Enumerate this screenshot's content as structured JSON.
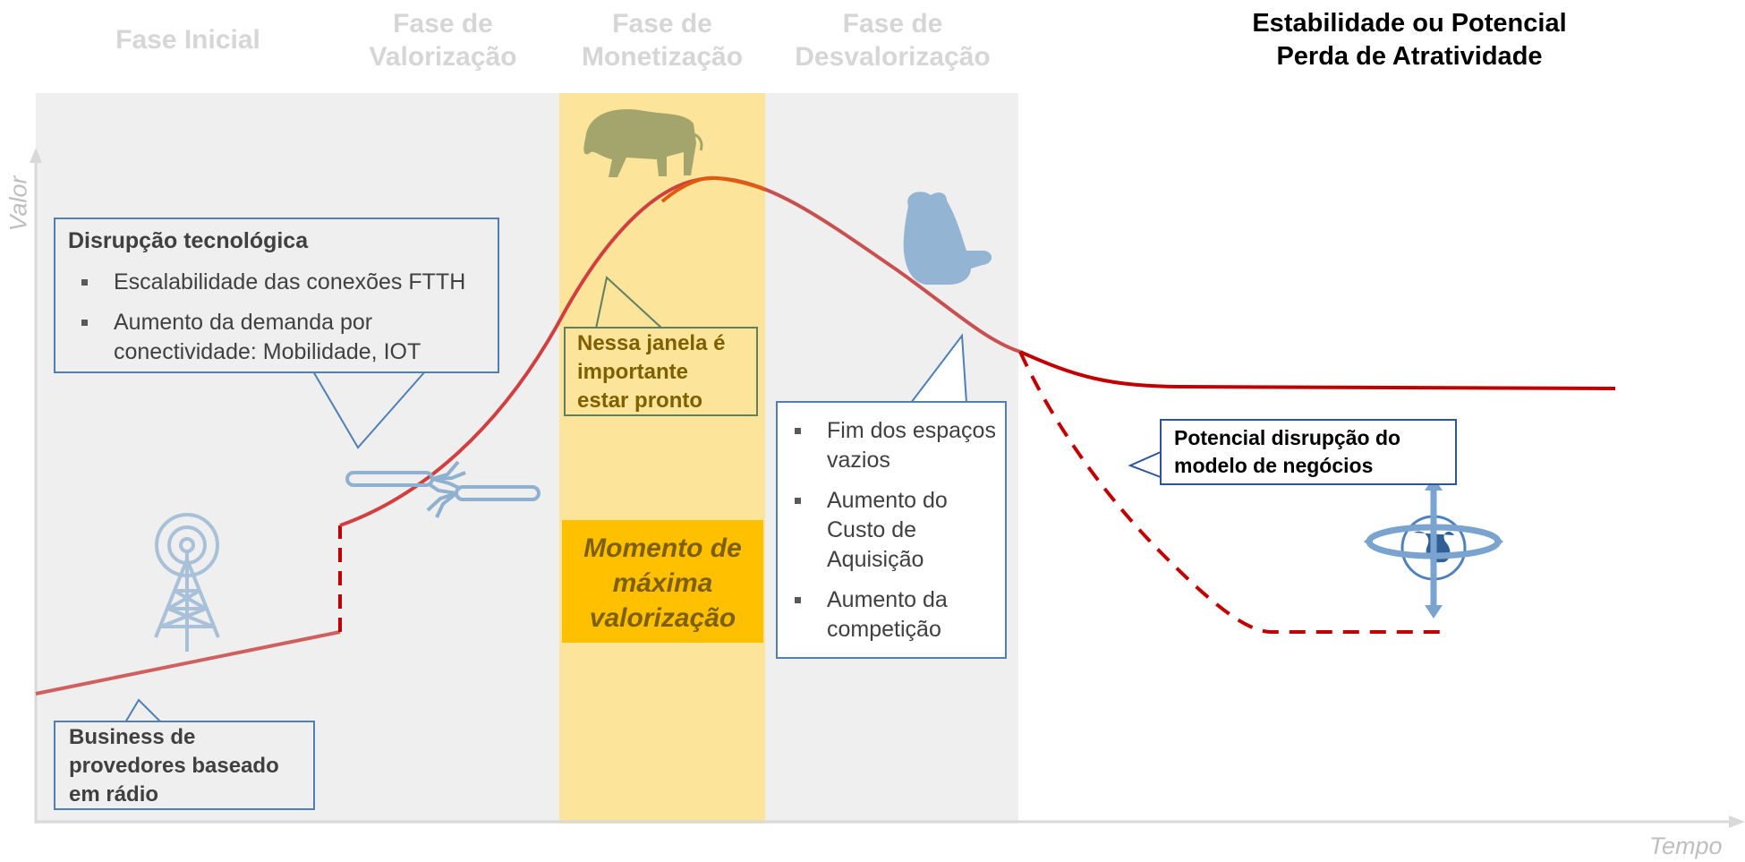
{
  "phases": [
    {
      "label": "Fase Inicial"
    },
    {
      "label": "Fase de\nValorização"
    },
    {
      "label": "Fase de\nMonetização"
    },
    {
      "label": "Fase de\nDesvalorização"
    },
    {
      "label": "Estabilidade ou Potencial\nPerda de Atratividade"
    }
  ],
  "axes": {
    "y_label": "Valor",
    "x_label": "Tempo"
  },
  "callouts": {
    "disruption": {
      "title": "Disrupção tecnológica",
      "bullets": [
        "Escalabilidade das conexões FTTH",
        "Aumento da demanda por conectividade: Mobilidade, IOT"
      ]
    },
    "window": "Nessa janela é importante estar pronto",
    "peak": "Momento de máxima valorização",
    "devaluation_bullets": [
      "Fim dos espaços vazios",
      "Aumento do Custo de Aquisição",
      "Aumento da competição"
    ],
    "business": "Business de provedores baseado em rádio",
    "potential_disruption": "Potencial disrupção do modelo de negócios"
  },
  "icons": [
    "radio-tower-icon",
    "fiber-optic-cable-icon",
    "bull-icon",
    "bear-icon",
    "globe-arrows-icon"
  ],
  "colors": {
    "phase_bg": "#efefef",
    "monetization_bg": "#fde49b",
    "peak_box": "#ffc000",
    "curve": "#c00000",
    "curve_early": "#d06060",
    "box_border": "#4f7fb6",
    "window_border": "#5f7f5f"
  }
}
